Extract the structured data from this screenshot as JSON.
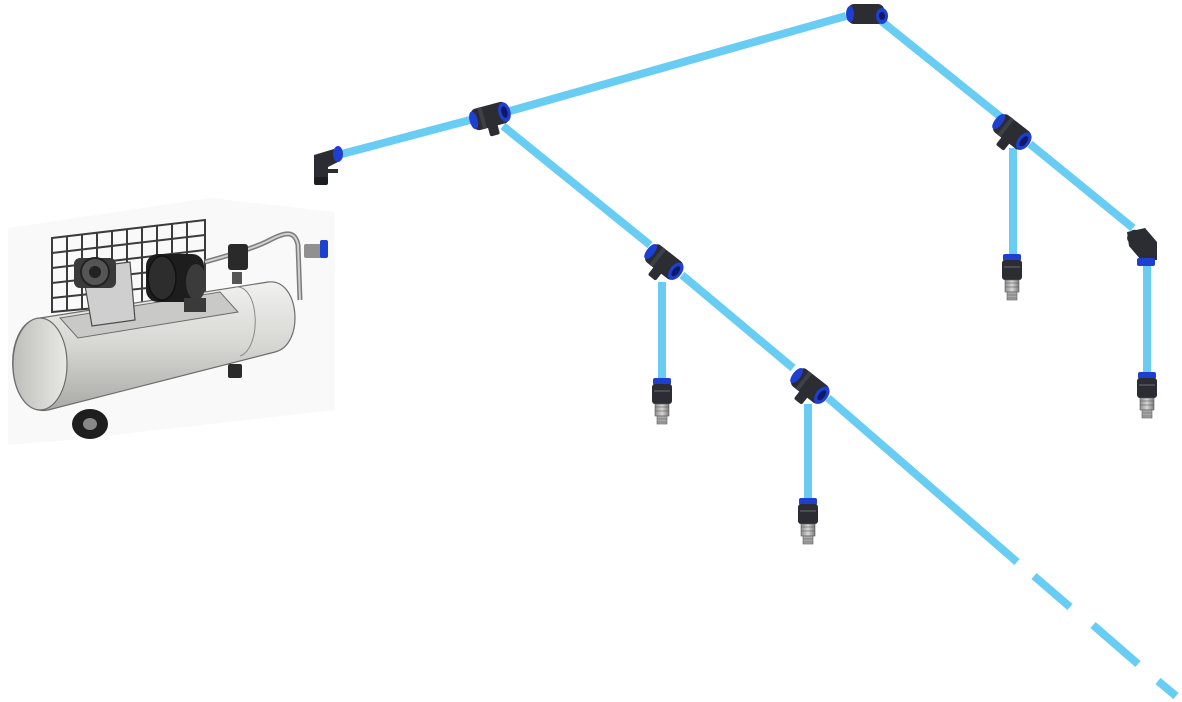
{
  "diagram": {
    "colors": {
      "pipe": "#69cdf3",
      "fitting_body": "#2b2d33",
      "fitting_ring": "#1f3fd1",
      "tank": "#d8d8d6",
      "frame": "#4a4a4a"
    },
    "components": {
      "compressor": "air-compressor",
      "pipe_network": "compressed-air-pipe-network",
      "fittings": [
        "elbow",
        "tee",
        "drop-outlet"
      ]
    }
  }
}
